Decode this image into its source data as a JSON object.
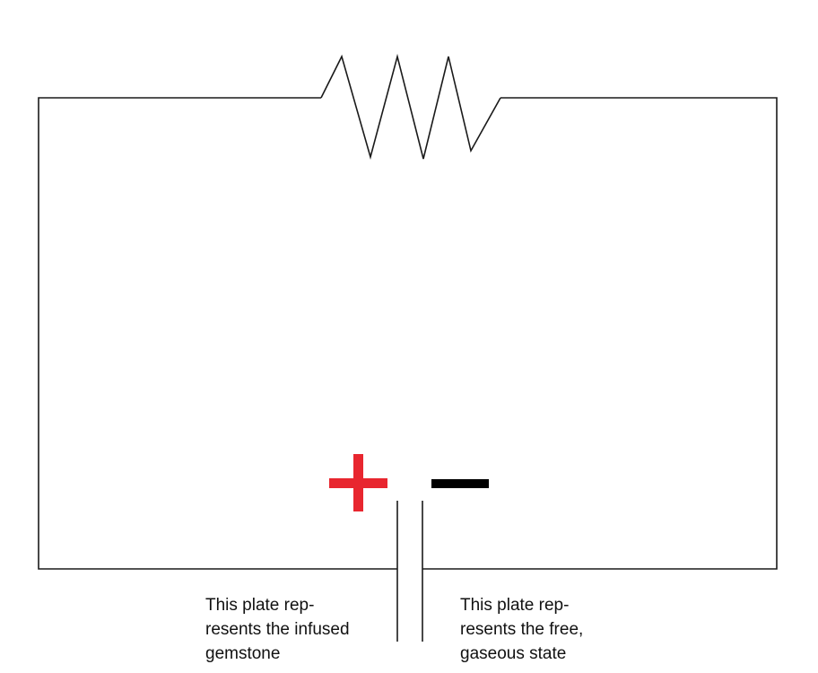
{
  "colors": {
    "wire": "#1a1a1a",
    "positive": "#e8262f",
    "negative": "#000000"
  },
  "labels": {
    "left_plate": [
      "This plate rep-",
      "resents the infused",
      "gemstone"
    ],
    "right_plate": [
      "This plate rep-",
      "resents the free,",
      "gaseous state"
    ]
  },
  "symbols": {
    "positive": "+",
    "negative": "−"
  }
}
